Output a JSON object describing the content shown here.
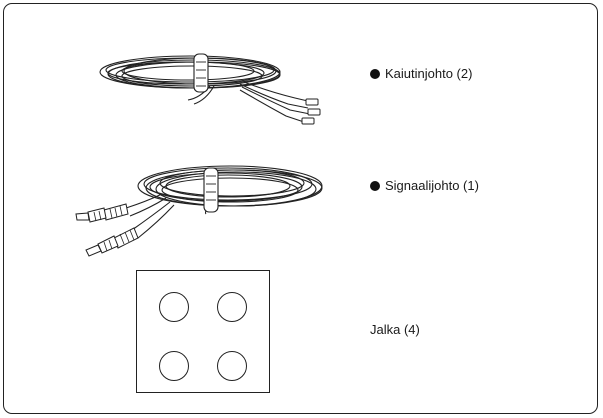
{
  "items": [
    {
      "label": "Kaiutinjohto  (2)",
      "icon": "speaker-cable-icon",
      "bullet": true
    },
    {
      "label": "Signaalijohto  (1)",
      "icon": "rca-signal-cable-icon",
      "bullet": true
    },
    {
      "label": "Jalka (4)",
      "icon": "foot-pads-icon",
      "bullet": false,
      "count": 4
    }
  ]
}
